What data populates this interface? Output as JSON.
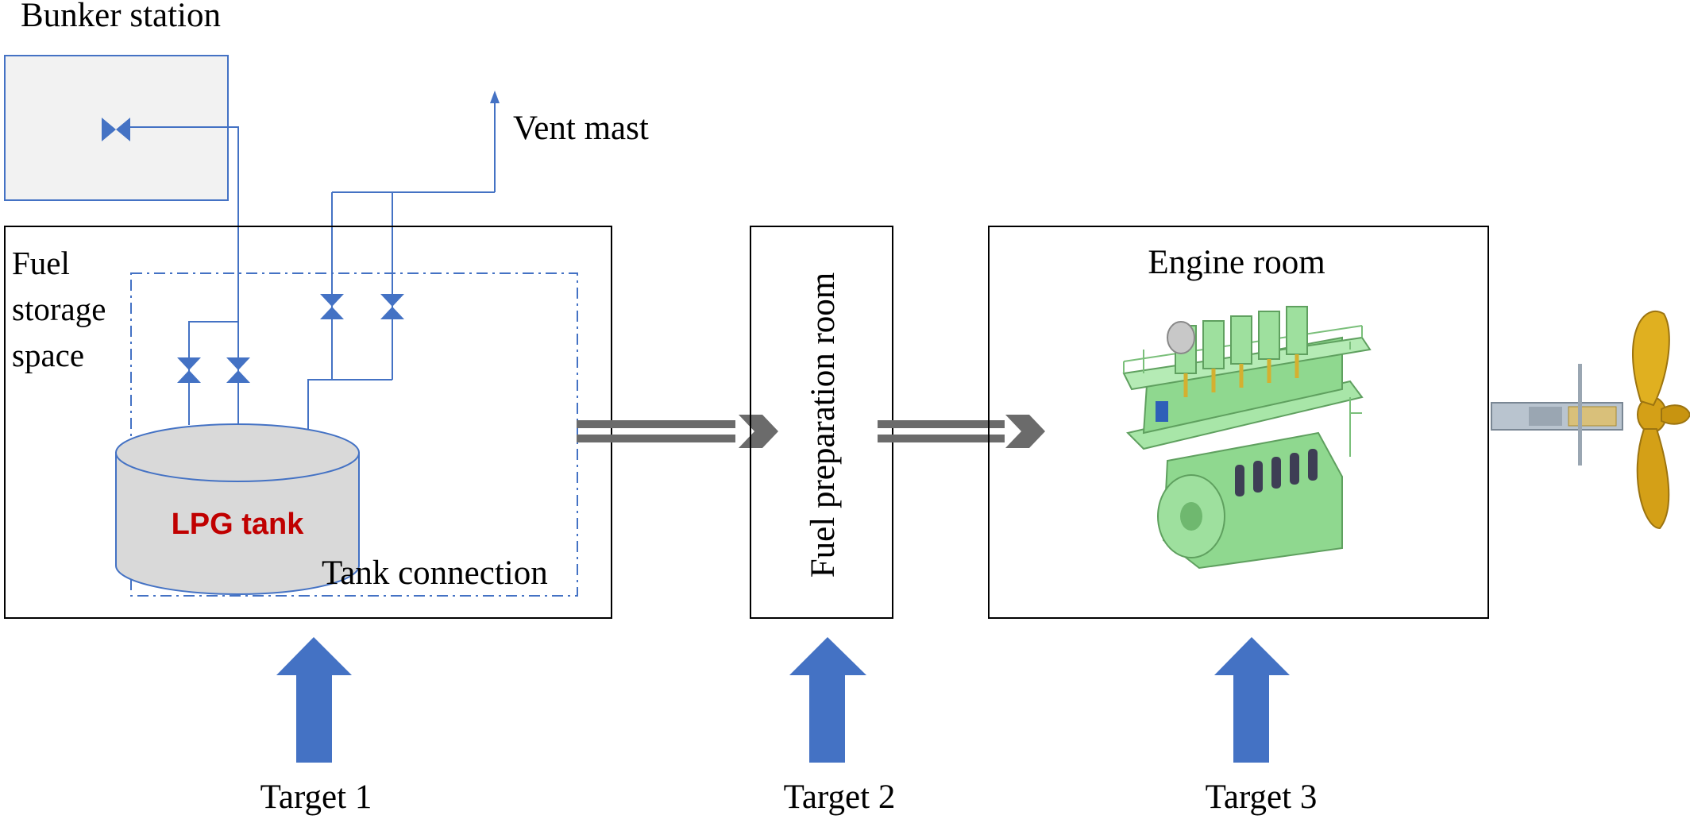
{
  "labels": {
    "bunker_station": "Bunker station",
    "vent_mast": "Vent mast",
    "fuel_storage_space": [
      "Fuel",
      "storage",
      "space"
    ],
    "lpg_tank": "LPG tank",
    "tank_connection": "Tank connection",
    "fuel_preparation_room": "Fuel preparation room",
    "engine_room": "Engine room",
    "targets": [
      "Target 1",
      "Target 2",
      "Target 3"
    ]
  },
  "icons": {
    "valve": "valve-icon",
    "engine": "marine-engine-icon",
    "propeller": "propeller-icon",
    "flow_arrow": "flow-arrow-icon",
    "target_arrow": "up-arrow-icon"
  },
  "colors": {
    "pipe": "#4472C4",
    "target_arrow": "#4472C4",
    "flow_arrow": "#6B6B6B",
    "lpg_text": "#C00000",
    "tank_fill": "#D9D9D9",
    "bunker_fill": "#F2F2F2",
    "engine_green": "#8FD88F",
    "propeller_gold": "#D4A017"
  }
}
